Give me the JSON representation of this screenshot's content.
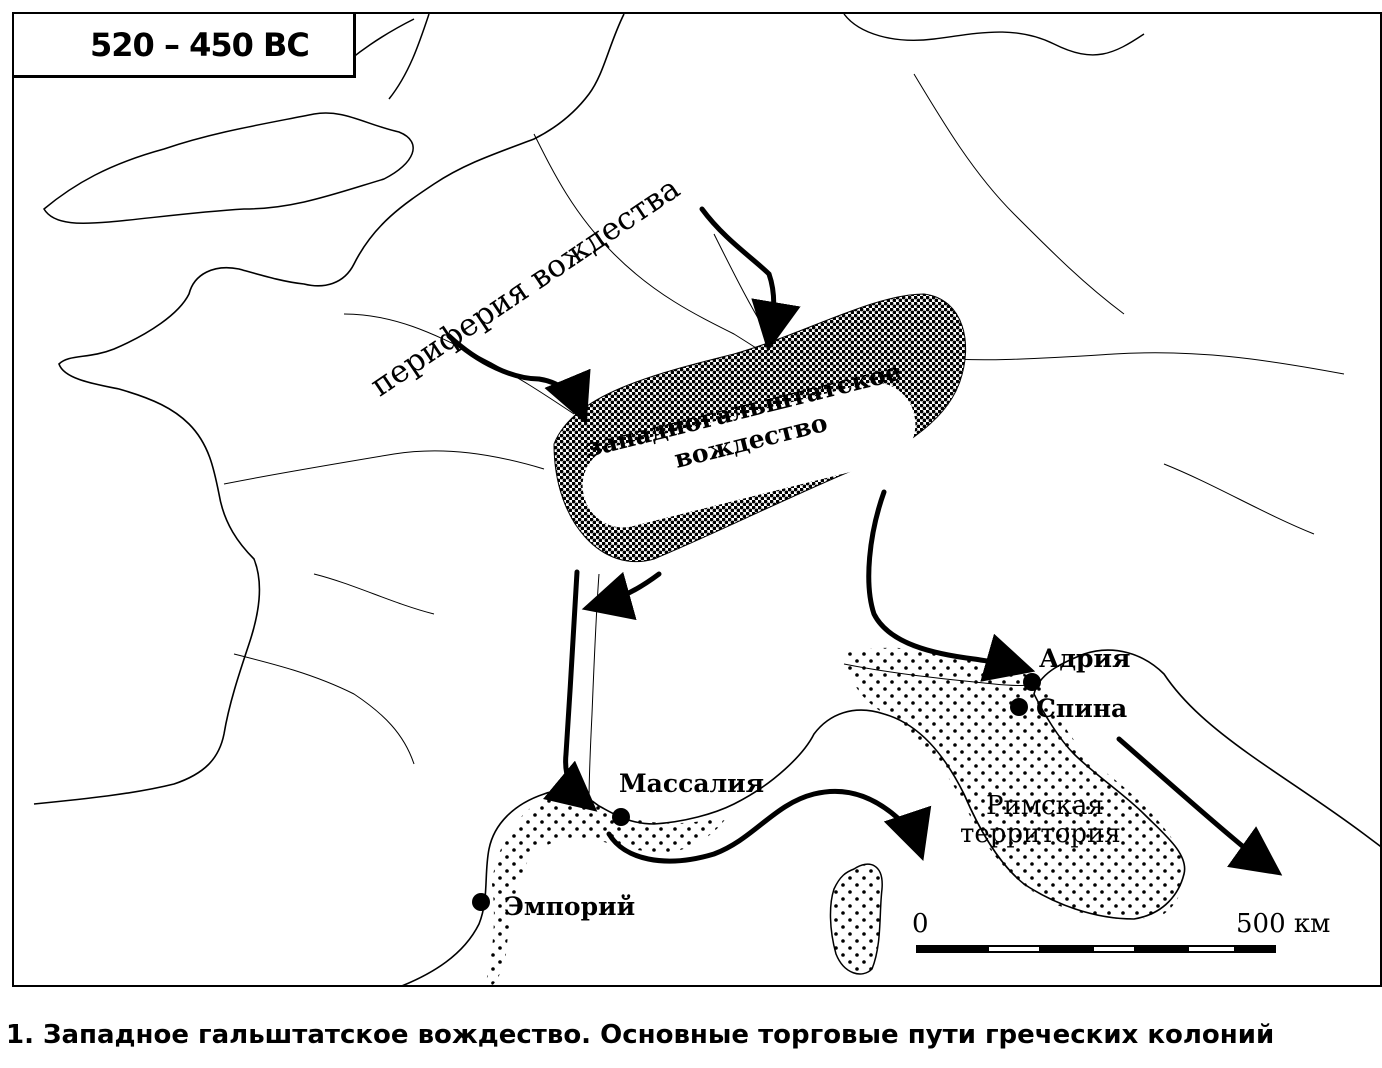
{
  "map": {
    "period_label": "520 – 450 BC",
    "periphery_label": "периферия вождества",
    "chiefdom_label_line1": "западногальштатское",
    "chiefdom_label_line2": "вождество",
    "cities": {
      "adria": "Адрия",
      "spina": "Спина",
      "massalia": "Массалия",
      "emporion": "Эмпорий"
    },
    "roman_territory_line1": "Римская",
    "roman_territory_line2": "территория",
    "scale": {
      "start": "0",
      "end": "500 км"
    }
  },
  "caption": "1. Западное гальштатское вождество. Основные торговые пути греческих колоний",
  "colors": {
    "ink": "#000000",
    "paper": "#ffffff"
  }
}
